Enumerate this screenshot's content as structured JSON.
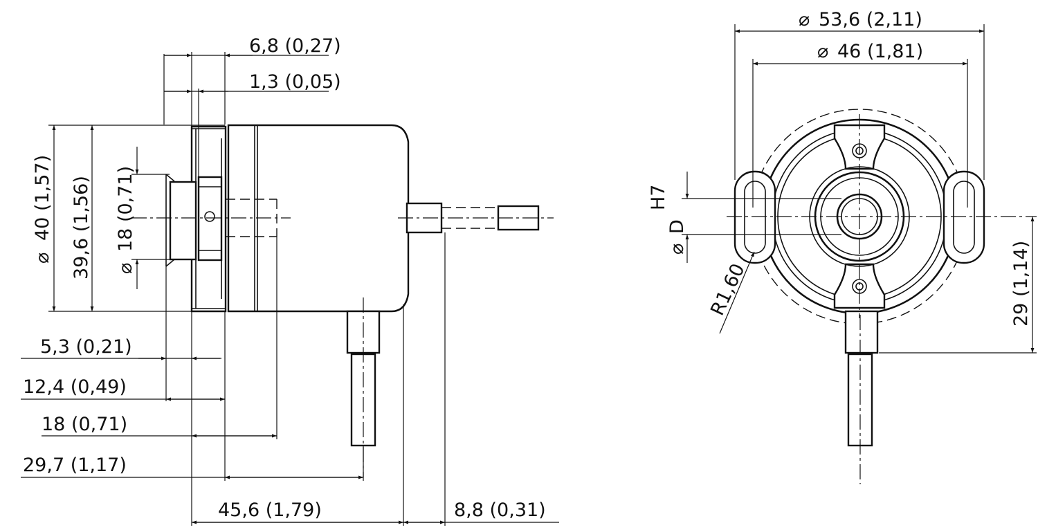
{
  "side_view": {
    "dim_6_8": "6,8 (0,27)",
    "dim_1_3": "1,3 (0,05)",
    "dim_dia40": "40 (1,57)",
    "dim_39_6": "39,6 (1,56)",
    "dim_dia18": "18 (0,71)",
    "dim_5_3": "5,3 (0,21)",
    "dim_12_4": "12,4 (0,49)",
    "dim_18": "18 (0,71)",
    "dim_29_7": "29,7 (1,17)",
    "dim_45_6": "45,6 (1,79)",
    "dim_8_8": "8,8 (0,31)"
  },
  "front_view": {
    "dim_dia53_6": "53,6 (2,11)",
    "dim_dia46": "46 (1,81)",
    "tol_h7": "H7",
    "dim_dia_d": "D",
    "radius_label": "R1,60",
    "dim_29": "29 (1,14)"
  },
  "diameter_symbol": "⌀",
  "colors": {
    "line": "#111111",
    "background": "#ffffff"
  }
}
